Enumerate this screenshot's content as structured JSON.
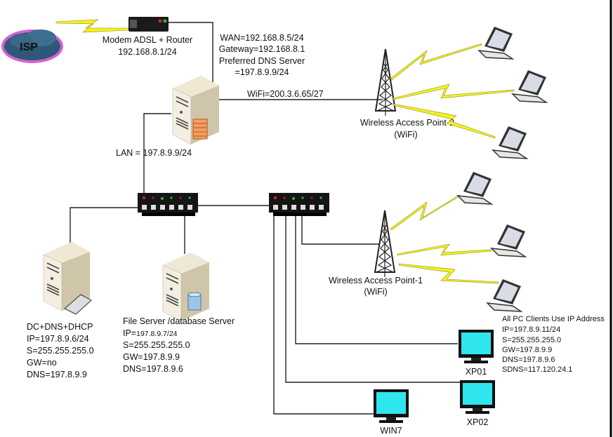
{
  "isp": {
    "label": "ISP"
  },
  "modem": {
    "name": "Modem ADSL + Router",
    "ip": "192.168.8.1/24"
  },
  "gateway_server": {
    "wan": "WAN=192.168.8.5/24",
    "gateway": "Gateway=192.168.8.1",
    "dns_label": "Preferred DNS Server",
    "dns_value": "=197.8.9.9/24",
    "wifi": "WiFi=200.3.6.65/27",
    "lan": "LAN = 197.8.9.9/24"
  },
  "ap2": {
    "name": "Wireless Access Point-2",
    "sub": "(WiFi)"
  },
  "ap1": {
    "name": "Wireless Access Point-1",
    "sub": "(WiFi)"
  },
  "dc_server": {
    "lines": [
      "DC+DNS+DHCP",
      "IP=197.8.9.6/24",
      "S=255.255.255.0",
      "GW=no",
      "DNS=197.8.9.9"
    ]
  },
  "file_server": {
    "title": "File Server /database Server",
    "ip_prefix": "IP=",
    "ip": "197.8.9.7/24",
    "lines": [
      "S=255.255.255.0",
      "GW=197.8.9.9",
      "DNS=197.8.9.6"
    ]
  },
  "clients": {
    "lines": [
      "All PC Clients Use IP Address",
      "IP=197.8.9.11/24",
      "S=255.255.255.0",
      "GW=197.8.9.9",
      "DNS=197.8.9.6",
      "SDNS=117.120.24.1"
    ]
  },
  "pcs": {
    "xp01": "XP01",
    "xp02": "XP02",
    "win7": "WIN7"
  },
  "colors": {
    "wireless": "#f6f21a",
    "monitor": "#2fe6ef",
    "isp_glow": "#c020c0",
    "server": "#e8e0c8"
  }
}
